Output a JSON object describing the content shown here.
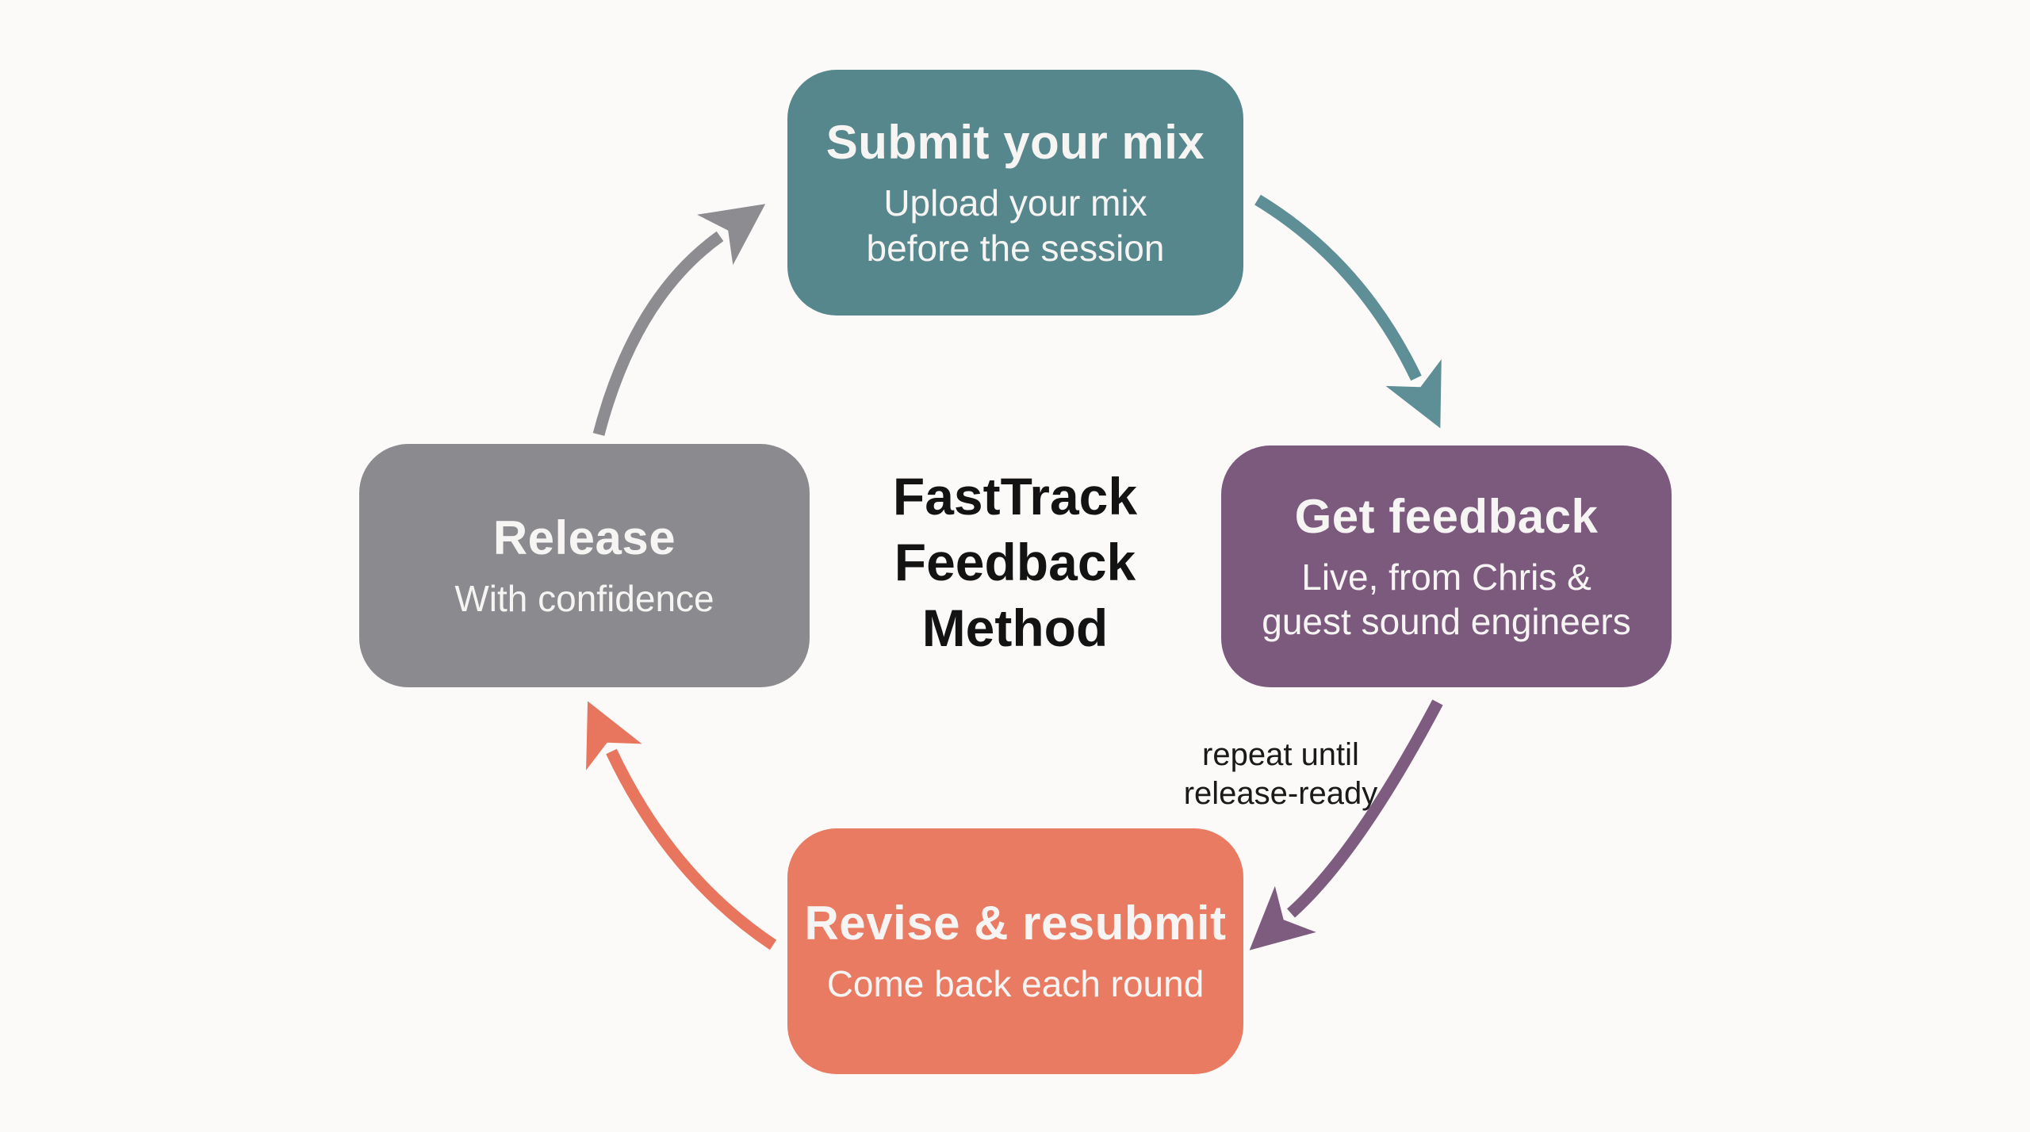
{
  "page": {
    "background_color": "#fbfaf8"
  },
  "diagram": {
    "center_title": "FastTrack\nFeedback\nMethod",
    "annotation": "repeat until\nrelease-ready",
    "nodes": {
      "submit": {
        "title": "Submit your mix",
        "subtitle": "Upload your mix\nbefore the session",
        "color": "#56878d",
        "text_color": "#f6f5f3"
      },
      "feedback": {
        "title": "Get feedback",
        "subtitle": "Live, from Chris &\nguest sound engineers",
        "color": "#7c5a7e",
        "text_color": "#f6f5f3"
      },
      "revise": {
        "title": "Revise & resubmit",
        "subtitle": "Come back each round",
        "color": "#e97b63",
        "text_color": "#f6f5f3"
      },
      "release": {
        "title": "Release",
        "subtitle": "With confidence",
        "color": "#8b8b8f",
        "text_color": "#f6f5f3"
      }
    },
    "arrows": {
      "submit_to_feedback": {
        "color": "#5e8f96"
      },
      "feedback_to_revise": {
        "color": "#7e5c80"
      },
      "revise_to_release": {
        "color": "#e8765e"
      },
      "release_to_submit": {
        "color": "#8d8d91"
      }
    }
  }
}
